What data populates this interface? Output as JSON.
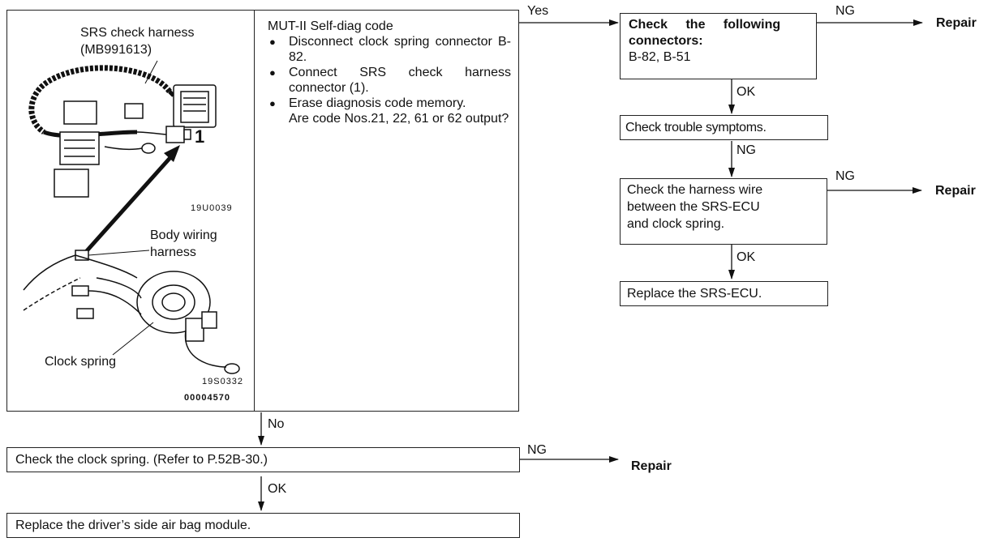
{
  "illustration": {
    "harness_label_1": "SRS check harness",
    "harness_label_2": "(MB991613)",
    "connector_number": "1",
    "code_top": "19U0039",
    "body_wiring_1": "Body wiring",
    "body_wiring_2": "harness",
    "clock_spring_label": "Clock spring",
    "code_bottom_1": "19S0332",
    "code_bottom_2": "00004570"
  },
  "main_step": {
    "title": "MUT-II Self-diag code",
    "bullets": [
      "Disconnect clock spring connector B-82.",
      "Connect SRS check harness connector (1).",
      "Erase diagnosis code memory."
    ],
    "question": "Are code Nos.21, 22, 61 or 62 output?"
  },
  "right_flow": {
    "yes_label": "Yes",
    "connectors_title_1": "Check the following",
    "connectors_title_2": "connectors:",
    "connectors_list": "B-82, B-51",
    "ng1": "NG",
    "repair1": "Repair",
    "ok1": "OK",
    "symptoms": "Check trouble symptoms.",
    "ng2": "NG",
    "ng3": "NG",
    "harness_check_1": "Check the harness wire",
    "harness_check_2": "between the SRS-ECU",
    "harness_check_3": "and clock spring.",
    "repair2": "Repair",
    "ok2": "OK",
    "replace_ecu": "Replace the SRS-ECU."
  },
  "bottom_flow": {
    "no_label": "No",
    "clock_check": "Check the clock spring. (Refer to P.52B-30.)",
    "ng": "NG",
    "repair": "Repair",
    "ok": "OK",
    "replace_module": "Replace the driver’s side air bag module."
  }
}
